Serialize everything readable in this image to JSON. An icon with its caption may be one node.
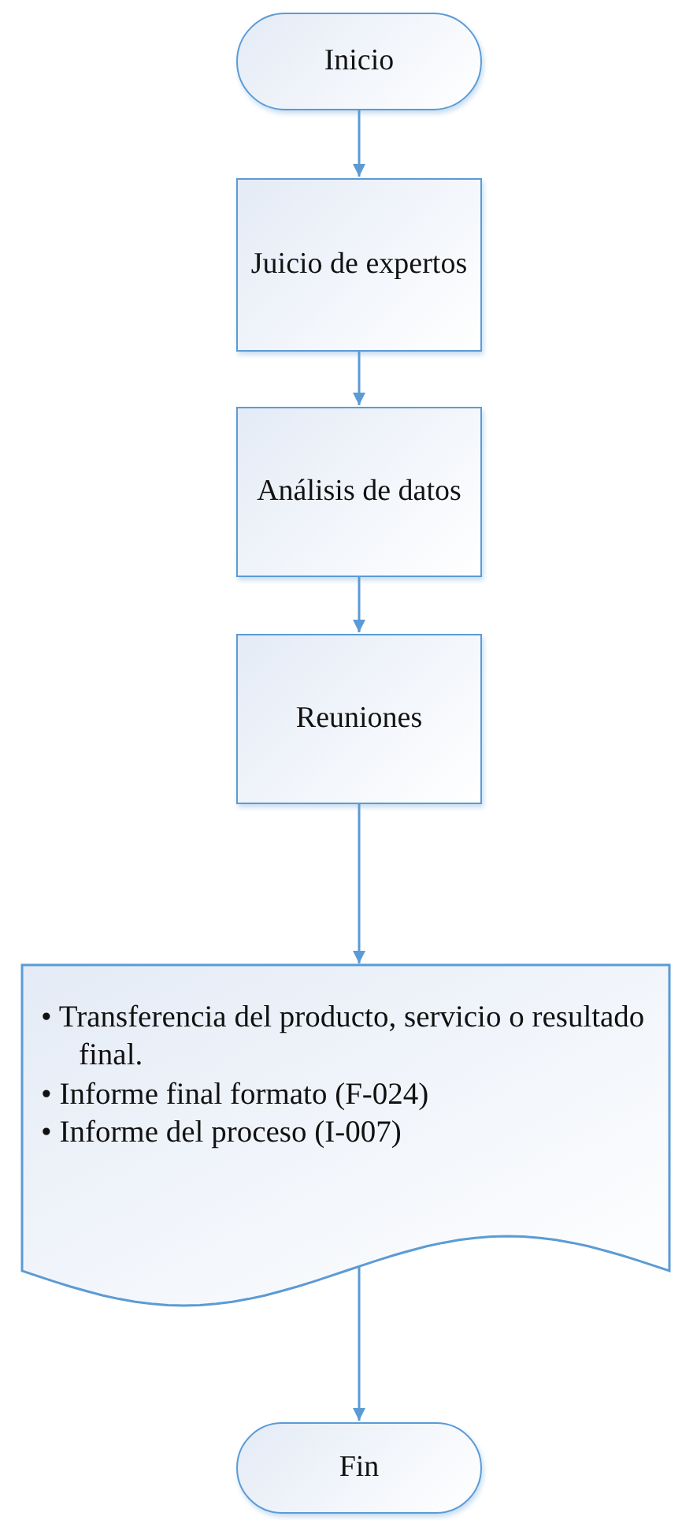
{
  "diagram": {
    "nodes": [
      {
        "text": [
          "Inicio"
        ]
      },
      {
        "text": [
          "Juicio de expertos"
        ]
      },
      {
        "text": [
          "Análisis de datos"
        ]
      },
      {
        "text": [
          "Reuniones"
        ]
      },
      {
        "text": [
          "• Transferencia del producto, servicio o resultado final.",
          "• Informe final formato (F-024)",
          "• Informe del proceso (I-007)"
        ]
      },
      {
        "text": [
          "Fin"
        ]
      }
    ],
    "edges": [
      {
        "from": 0,
        "to": 1,
        "arrow": "to"
      },
      {
        "from": 1,
        "to": 2,
        "arrow": "to"
      },
      {
        "from": 2,
        "to": 3,
        "arrow": "to"
      },
      {
        "from": 3,
        "to": 4,
        "arrow": "to"
      },
      {
        "from": 4,
        "to": 5,
        "arrow": "to"
      }
    ]
  }
}
